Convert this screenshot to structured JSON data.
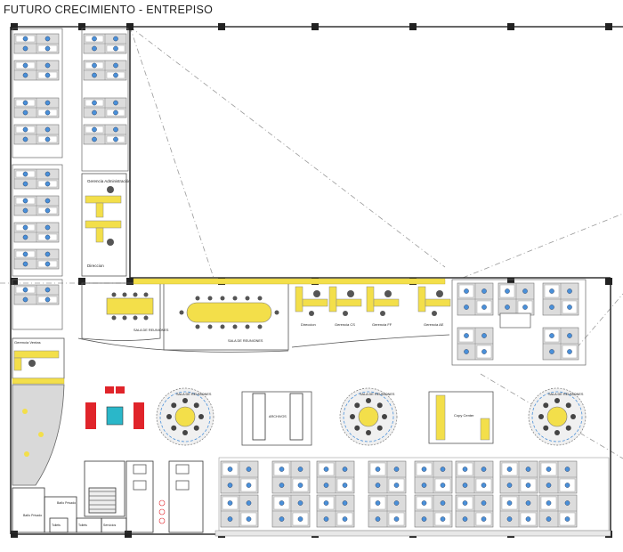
{
  "title": "FUTURO CRECIMIENTO - ENTREPISO",
  "rooms": {
    "gerencia_admin": "Gerencia Administración",
    "direccion_left": "Direccion",
    "gerencia_ventas": "Gerencia Ventas",
    "sala_reuniones_1": "SALA DE REUNIONES",
    "sala_reuniones_2": "SALA DE REUNIONES",
    "direccion": "Direccion",
    "gerencia_cs": "Gerencia CS",
    "gerencia_ff": "Gerencia FF",
    "gerencia_ae": "Gerencia AE",
    "sala_round_1": "SALA DE REUNIONES",
    "sala_round_2": "SALA DE REUNIONES",
    "sala_round_3": "SALA DE REUNIONES",
    "archivos": "ARCHIVOS",
    "copy_center": "Copy Center",
    "bano_privado_1": "Baño Privado",
    "bano_privado_2": "Baño Privado",
    "toilets_1": "Toilets",
    "toilets_2": "Toilets",
    "servicios": "Servicios"
  },
  "colors": {
    "yellow": "#f3df4a",
    "blue": "#4a90d9",
    "red": "#e0242a",
    "cyan": "#2ab7c9",
    "panel": "#dcdcdc",
    "gray_chair": "#555555"
  }
}
